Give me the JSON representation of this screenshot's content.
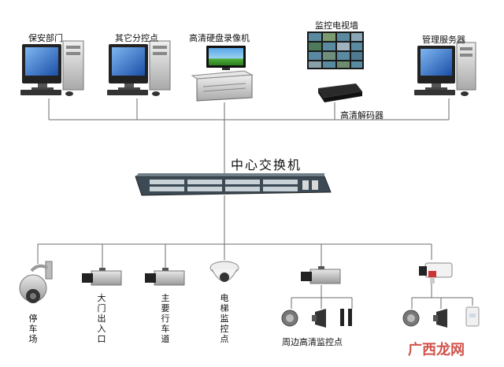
{
  "top_nodes": {
    "security_dept": "保安部门",
    "sub_control": "其它分控点",
    "hd_nvr": "高清硬盘录像机",
    "video_wall": "监控电视墙",
    "hd_decoder": "高清解码器",
    "mgmt_server": "管理服务器"
  },
  "center": {
    "switch": "中心交换机"
  },
  "bottom_nodes": {
    "parking": "停车场",
    "gate": "大门出入口",
    "driveway": "主要行车道",
    "elevator": "电梯监控点",
    "perimeter": "周边高清监控点"
  },
  "watermark": "广西龙网",
  "colors": {
    "line": "#6b6b6b",
    "screen": "#1f6fd1",
    "case": "#cfcfcf",
    "switch": "#3b4a55"
  }
}
